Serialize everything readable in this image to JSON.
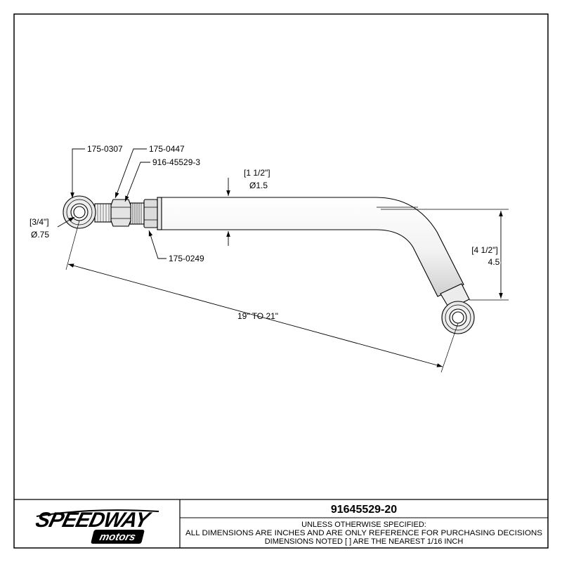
{
  "part_numbers": {
    "rod_end_left": "175-0307",
    "jam_nut": "175-0447",
    "adjuster": "916-45529-3",
    "tube_insert": "175-0249"
  },
  "dimensions": {
    "tube_dia_fraction": "[1 1/2\"]",
    "tube_dia_decimal": "Ø1.5",
    "eye_dia_fraction": "[3/4\"]",
    "eye_dia_decimal": "Ø.75",
    "drop_fraction": "[4 1/2\"]",
    "drop_decimal": "4.5",
    "length_range": "19\" TO 21\""
  },
  "title_block": {
    "part_number": "91645529-20",
    "note_line1": "UNLESS OTHERWISE SPECIFIED:",
    "note_line2": "ALL DIMENSIONS ARE INCHES AND ARE ONLY REFERENCE FOR PURCHASING DECISIONS",
    "note_line3": "DIMENSIONS NOTED [ ] ARE THE NEAREST 1/16 INCH",
    "logo_word1": "SPEEDWAY",
    "logo_word2": "motors"
  }
}
